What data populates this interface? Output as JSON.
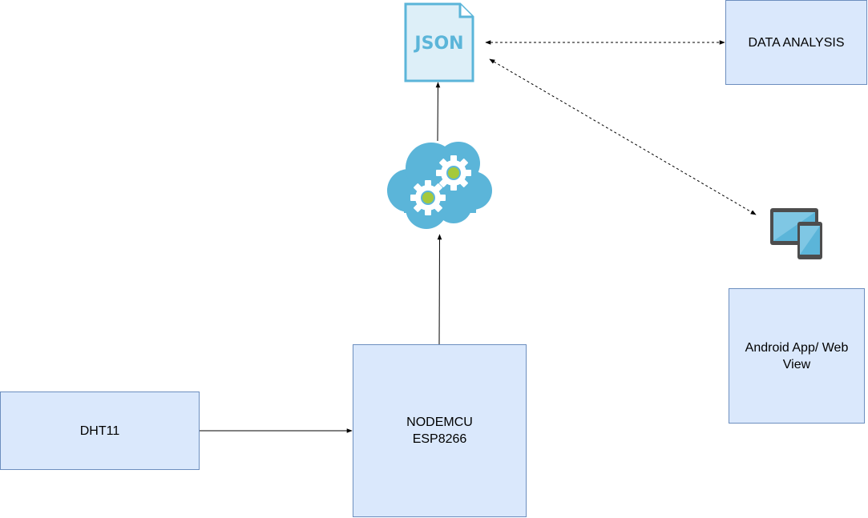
{
  "nodes": {
    "json_label": "JSON",
    "data_analysis": "DATA ANALYSIS",
    "android_app": "Android App/ Web View",
    "dht11": "DHT11",
    "nodemcu_line1": "NODEMCU",
    "nodemcu_line2": "ESP8266"
  },
  "icons": {
    "json": "json-file-icon",
    "cloud": "cloud-gears-icon",
    "devices": "tablet-phone-icon"
  },
  "connections": [
    {
      "from": "dht11",
      "to": "nodemcu",
      "style": "solid"
    },
    {
      "from": "nodemcu",
      "to": "cloud",
      "style": "solid"
    },
    {
      "from": "cloud",
      "to": "json",
      "style": "solid"
    },
    {
      "from": "json",
      "to": "data_analysis",
      "style": "dashed-bidirectional"
    },
    {
      "from": "json",
      "to": "devices",
      "style": "dashed-bidirectional"
    }
  ],
  "colors": {
    "box_fill": "#dae8fc",
    "box_stroke": "#6c8ebf",
    "icon_blue": "#5bb5d9",
    "gear_center": "#a5c93b"
  }
}
